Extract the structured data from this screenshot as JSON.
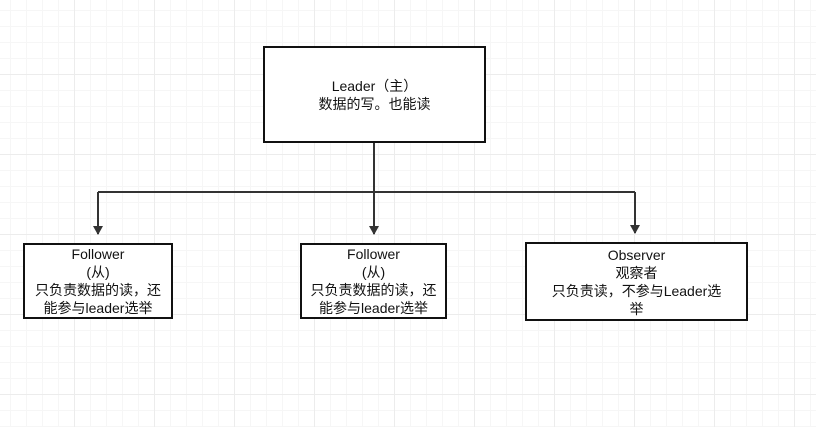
{
  "diagram": {
    "nodes": {
      "leader": {
        "lines": [
          "Leader（主）",
          "数据的写。也能读"
        ]
      },
      "follower1": {
        "lines": [
          "Follower",
          "(从)",
          "只负责数据的读，还",
          "能参与leader选举"
        ]
      },
      "follower2": {
        "lines": [
          "Follower",
          "(从)",
          "只负责数据的读，还",
          "能参与leader选举"
        ]
      },
      "observer": {
        "lines": [
          "Observer",
          "观察者",
          "只负责读，不参与Leader选",
          "举"
        ]
      }
    },
    "edges": [
      {
        "from": "leader",
        "to": "follower1"
      },
      {
        "from": "leader",
        "to": "follower2"
      },
      {
        "from": "leader",
        "to": "observer"
      }
    ],
    "colors": {
      "stroke": "#111111",
      "connector": "#333333",
      "grid": "#ececec"
    }
  }
}
